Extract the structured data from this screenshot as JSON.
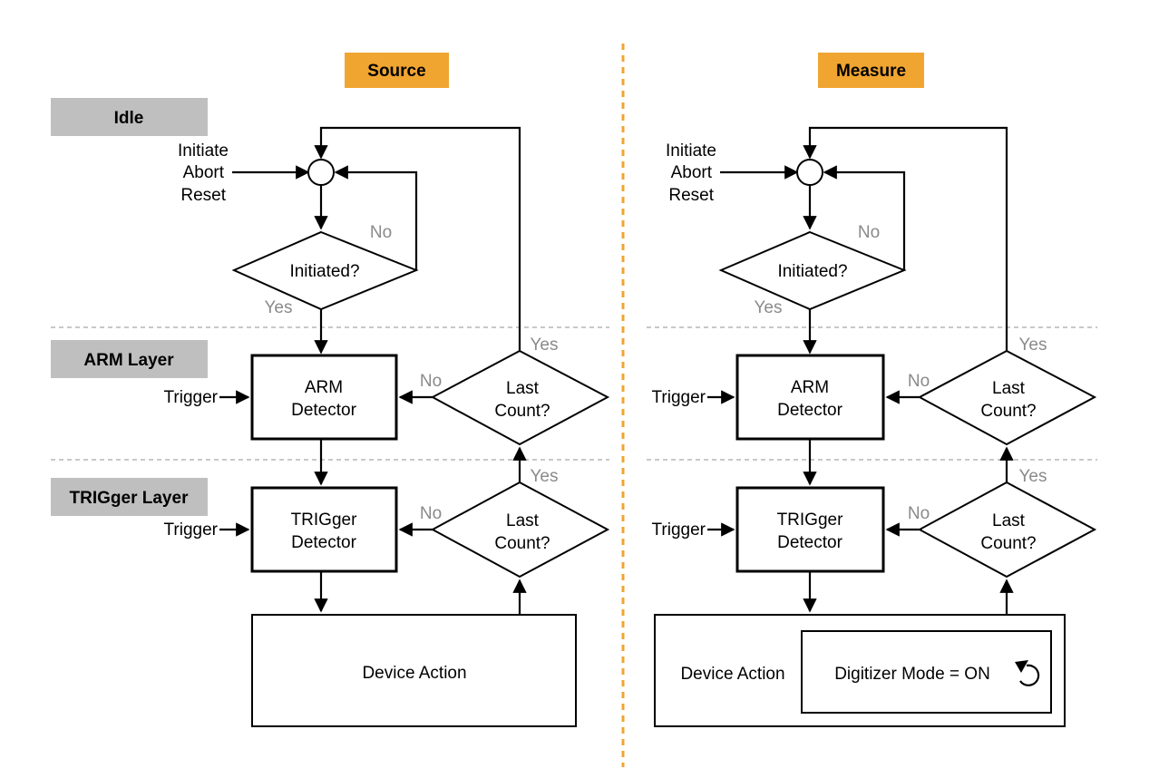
{
  "panels": {
    "source": {
      "title": "Source"
    },
    "measure": {
      "title": "Measure"
    }
  },
  "layers": {
    "idle": "Idle",
    "arm": "ARM Layer",
    "trigger": "TRIGger Layer"
  },
  "inputs": {
    "initiate": "Initiate",
    "abort": "Abort",
    "reset": "Reset",
    "trigger": "Trigger"
  },
  "decisions": {
    "initiated": "Initiated?",
    "last": "Last",
    "count": "Count?",
    "yes": "Yes",
    "no": "No"
  },
  "blocks": {
    "arm_line1": "ARM",
    "arm_line2": "Detector",
    "trig_line1": "TRIGger",
    "trig_line2": "Detector",
    "device_action": "Device Action",
    "digitizer_mode": "Digitizer Mode = ON"
  },
  "colors": {
    "panel_title_bg": "#f0a531",
    "layer_label_bg": "#bfbfbf",
    "divider": "#f0a531",
    "branch_label": "#8a8a8a"
  }
}
